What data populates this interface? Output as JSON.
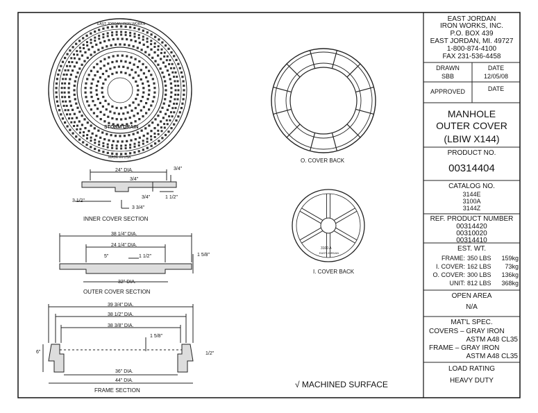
{
  "company": {
    "name_line1": "EAST JORDAN",
    "name_line2": "IRON WORKS, INC.",
    "address1": "P.O. BOX 439",
    "address2": "EAST JORDAN, MI. 49727",
    "phone": "1-800-874-4100",
    "fax": "FAX 231-536-4458"
  },
  "title_block": {
    "drawn_label": "DRAWN",
    "drawn_value": "SBB",
    "date_label": "DATE",
    "date_value": "12/05/08",
    "approved_label": "APPROVED",
    "approved_date_label": "DATE",
    "title_line1": "MANHOLE",
    "title_line2": "OUTER COVER",
    "title_line3": "(LBIW X144)",
    "product_label": "PRODUCT NO.",
    "product_value": "00314404",
    "catalog_label": "CATALOG NO.",
    "catalog_values": [
      "3144E",
      "3100A",
      "3144Z"
    ],
    "ref_label": "REF. PRODUCT NUMBER",
    "ref_values": [
      "00314420",
      "00310020",
      "00314410"
    ],
    "weight_label": "EST. WT.",
    "weights": [
      {
        "part": "FRAME:",
        "lbs": "350 LBS",
        "kg": "159kg"
      },
      {
        "part": "I. COVER:",
        "lbs": "162 LBS",
        "kg": "73kg"
      },
      {
        "part": "O. COVER:",
        "lbs": "300 LBS",
        "kg": "136kg"
      },
      {
        "part": "UNIT:",
        "lbs": "812 LBS",
        "kg": "368kg"
      }
    ],
    "open_area_label": "OPEN AREA",
    "open_area_value": "N/A",
    "spec_label": "MAT'L SPEC.",
    "spec_lines": [
      "COVERS – GRAY IRON",
      "ASTM A48 CL35",
      "FRAME – GRAY IRON",
      "ASTM A48 CL35"
    ],
    "load_label": "LOAD RATING",
    "load_value": "HEAVY DUTY"
  },
  "captions": {
    "inner_section": "INNER COVER SECTION",
    "outer_section": "OUTER COVER SECTION",
    "frame_section": "FRAME SECTION",
    "outer_back": "O. COVER BACK",
    "inner_back": "I. COVER BACK",
    "machined": "√  MACHINED  SURFACE"
  },
  "dimensions": {
    "inner_dia": "24\" DIA.",
    "inner_a": "3/4\"",
    "inner_b": "3/4\"",
    "inner_c": "3 1/2\"",
    "inner_d": "3/4\"",
    "inner_e": "1 1/2\"",
    "inner_f": "3 3/4\"",
    "outer_dia1": "38 1/4\" DIA.",
    "outer_dia2": "24 1/4\" DIA.",
    "outer_a": "5\"",
    "outer_b": "1 1/2\"",
    "outer_c": "1 5/8\"",
    "outer_dia3": "32\" DIA.",
    "frame_dia1": "39 3/4\" DIA.",
    "frame_dia2": "38 1/2\" DIA.",
    "frame_dia3": "38 3/8\" DIA.",
    "frame_a": "1 5/8\"",
    "frame_b": "6\"",
    "frame_c": "1/2\"",
    "frame_dia4": "36\" DIA.",
    "frame_dia5": "44\" DIA."
  },
  "cover_text": {
    "rim_top": "EAST JORDAN IRON WORKS",
    "rim_bottom": "MADE IN USA",
    "center_word": "STORM DRAIN",
    "back_tag": "3100 A",
    "back_tag2": "EAST JORDAN"
  }
}
